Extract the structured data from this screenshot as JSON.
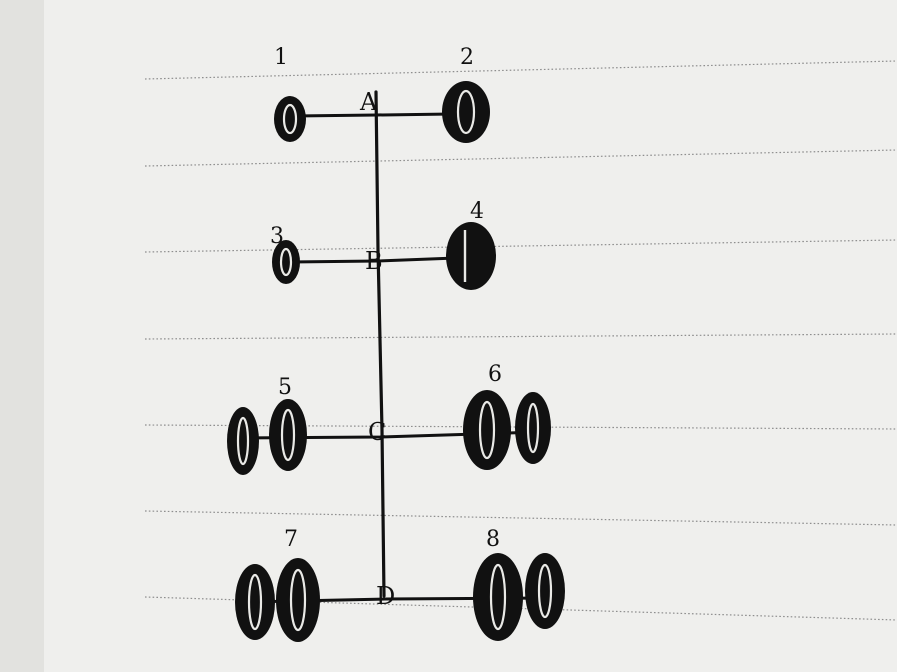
{
  "diagram": {
    "wheel_labels": [
      "1",
      "2",
      "3",
      "4",
      "5",
      "6",
      "7",
      "8"
    ],
    "axle_points": [
      "A",
      "B",
      "C",
      "D"
    ]
  },
  "colors": {
    "paper": "#efefed",
    "ink": "#111111",
    "ruled_line": "#8e8e8e"
  }
}
